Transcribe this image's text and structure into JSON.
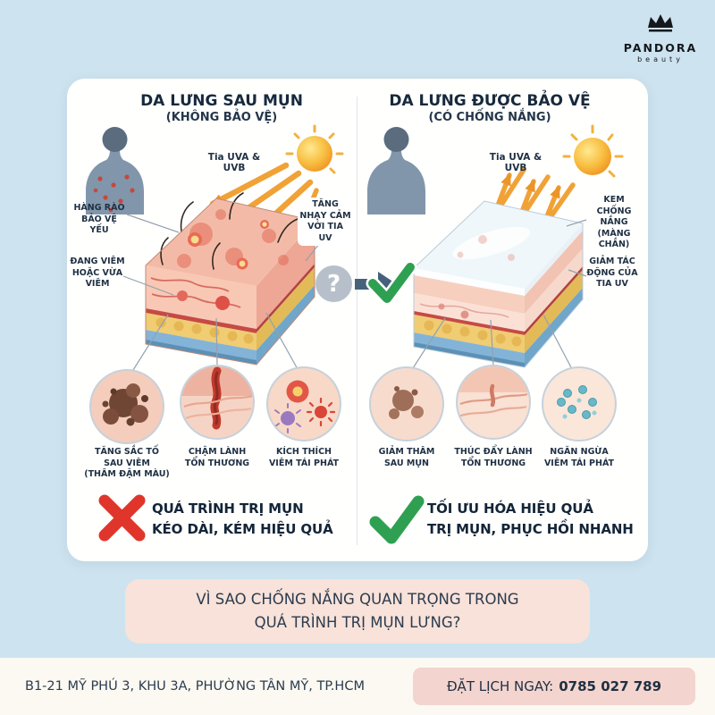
{
  "colors": {
    "background": "#cde3ef",
    "card": "#ffffff",
    "banner": "#f8e2d9",
    "button": "#f3d4ce",
    "accent_red": "#e0352b",
    "accent_green": "#2fa052",
    "accent_orange": "#f0a236",
    "text_dark": "#1f3043"
  },
  "brand": {
    "name": "PANDORA",
    "tagline": "beauty"
  },
  "left": {
    "title": "DA LƯNG SAU MỤN",
    "subtitle": "(KHÔNG BẢO VỆ)",
    "uv_rays": "Tia UVA & UVB",
    "labels": {
      "barrier": "HÀNG RÀO\nBẢO VỆ YẾU",
      "inflamed": "ĐANG VIÊM\nHOẶC VỪA\nVIÊM",
      "uv_sensitivity": "TĂNG\nNHẠY CẢM\nVỚI TIA UV"
    },
    "callouts": [
      "TĂNG SẮC TỐ\nSAU VIÊM\n(THÂM ĐẬM MÀU)",
      "CHẬM LÀNH\nTỔN THƯƠNG",
      "KÍCH THÍCH\nVIÊM TÁI PHÁT"
    ],
    "verdict": "QUÁ TRÌNH TRỊ MỤN\nKÉO DÀI, KÉM HIỆU QUẢ"
  },
  "right": {
    "title": "DA LƯNG ĐƯỢC BẢO VỆ",
    "subtitle": "(CÓ CHỐNG NẮNG)",
    "uv_rays": "Tia UVA & UVB",
    "labels": {
      "sunscreen": "KEM\nCHỐNG\nNẮNG\n(MÀNG CHẮN)",
      "reduced_impact": "GIẢM TÁC\nĐỘNG CỦA\nTIA UV"
    },
    "callouts": [
      "GIẢM THÂM\nSAU MỤN",
      "THÚC ĐẨY LÀNH\nTỔN THƯƠNG",
      "NGĂN NGỪA\nVIÊM TÁI PHÁT"
    ],
    "verdict": "TỐI ƯU HÓA HIỆU QUẢ\nTRỊ MỤN, PHỤC HỒI NHANH"
  },
  "center": {
    "question_mark": "?"
  },
  "banner": {
    "question": "VÌ SAO CHỐNG NẮNG QUAN TRỌNG TRONG\nQUÁ TRÌNH TRỊ MỤN LƯNG?"
  },
  "footer": {
    "address": "B1-21 MỸ PHÚ 3, KHU 3A, PHƯỜNG TÂN MỸ, TP.HCM",
    "cta_label": "ĐẶT LỊCH NGAY:",
    "phone": "0785 027 789"
  }
}
